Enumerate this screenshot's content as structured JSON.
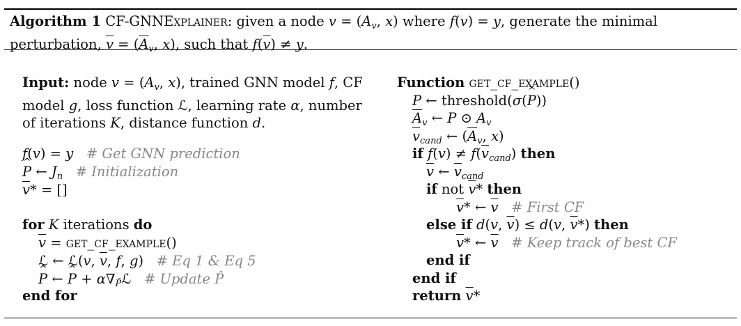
{
  "caption": {
    "label": "Algorithm 1",
    "name_prefix": "CF-GNN",
    "name_sc": "Explainer",
    "text": ": given a node v = (A_v, x) where f(v) = y, generate the minimal perturbation, v̄ = (Ā_v, x), such that f(v̄) ≠ y."
  },
  "left": {
    "input_label": "Input:",
    "input_text": "node v = (A_v, x), trained GNN model f, CF model g, loss function ℒ, learning rate α, number of iterations K, distance function d.",
    "init_lines": [
      {
        "code": "f(v) = y",
        "comment": "# Get GNN prediction"
      },
      {
        "code": "P̂ ← J_n",
        "comment": "# Initialization"
      },
      {
        "code": "v̄* = []",
        "comment": ""
      }
    ],
    "loop_head": "for K iterations do",
    "loop_body": [
      {
        "code": "v̄ = GET_CF_EXAMPLE()",
        "comment": ""
      },
      {
        "code": "ℒ ← ℒ(v, v̄, f, g)",
        "comment": "# Eq 1 & Eq 5"
      },
      {
        "code": "P̂ ← P̂ + α∇_P̂ ℒ",
        "comment": "# Update P̂"
      }
    ],
    "loop_end": "end for"
  },
  "right": {
    "func_kw": "Function",
    "func_name": "GET_CF_EXAMPLE()",
    "lines": [
      {
        "code": "P ← threshold(σ(P̂))",
        "comment": ""
      },
      {
        "code": "Ā_v ← P ⊙ A_v",
        "comment": ""
      },
      {
        "code": "v̄_cand ← (Ā_v, x)",
        "comment": ""
      },
      {
        "code": "if f(v) ≠ f(v̄_cand) then",
        "comment": ""
      },
      {
        "code": "v̄ ← v̄_cand",
        "comment": ""
      },
      {
        "code": "if not v̄* then",
        "comment": ""
      },
      {
        "code": "v̄* ← v̄",
        "comment": "# First CF"
      },
      {
        "code": "else if d(v, v̄) ≤ d(v, v̄*) then",
        "comment": ""
      },
      {
        "code": "v̄* ← v̄",
        "comment": "# Keep track of best CF"
      },
      {
        "code": "end if",
        "comment": ""
      },
      {
        "code": "end if",
        "comment": ""
      },
      {
        "code": "return v̄*",
        "comment": ""
      }
    ]
  }
}
